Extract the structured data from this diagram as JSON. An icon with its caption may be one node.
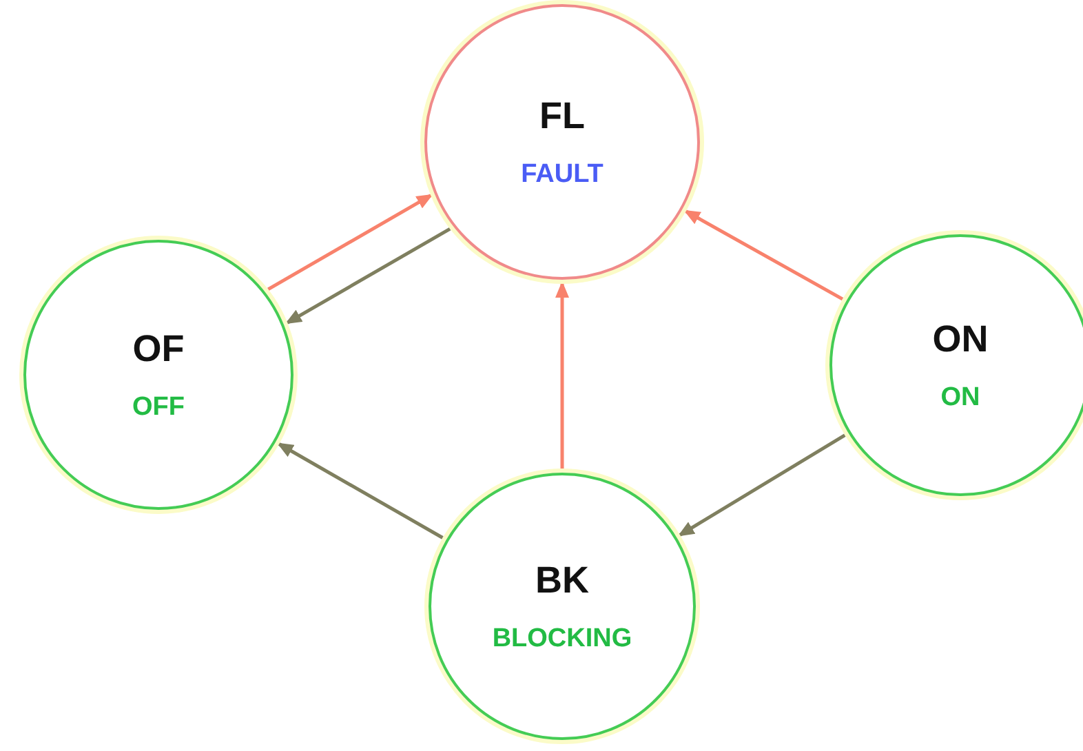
{
  "diagram": {
    "nodes": [
      {
        "text": [
          "FL",
          "FAULT"
        ]
      },
      {
        "text": [
          "OF",
          "OFF"
        ]
      },
      {
        "text": [
          "ON",
          "ON"
        ]
      },
      {
        "text": [
          "BK",
          "BLOCKING"
        ]
      }
    ],
    "edges": [
      {
        "from": 1,
        "to": 0,
        "arrow": "to",
        "color": "#f8826c"
      },
      {
        "from": 0,
        "to": 1,
        "arrow": "to",
        "color": "#7f7f5f"
      },
      {
        "from": 3,
        "to": 0,
        "arrow": "to",
        "color": "#f8826c"
      },
      {
        "from": 2,
        "to": 0,
        "arrow": "to",
        "color": "#f8826c"
      },
      {
        "from": 3,
        "to": 1,
        "arrow": "to",
        "color": "#7f7f5f"
      },
      {
        "from": 2,
        "to": 3,
        "arrow": "to",
        "color": "#7f7f5f"
      }
    ]
  }
}
